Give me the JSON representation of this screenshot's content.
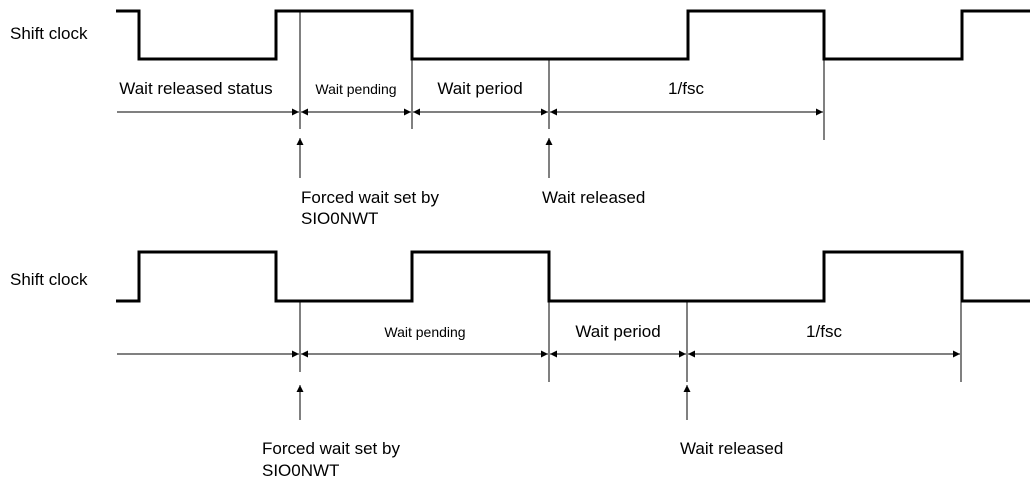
{
  "diagram1": {
    "signal_label": "Shift clock",
    "segments": [
      "Wait released status",
      "Wait pending",
      "Wait period",
      "1/fsc"
    ],
    "annotations": [
      "Forced wait set by",
      "SIO0NWT",
      "Wait released"
    ]
  },
  "diagram2": {
    "signal_label": "Shift clock",
    "segments": [
      "Wait pending",
      "Wait period",
      "1/fsc"
    ],
    "annotations": [
      "Forced wait set by",
      "SIO0NWT",
      "Wait released"
    ]
  }
}
